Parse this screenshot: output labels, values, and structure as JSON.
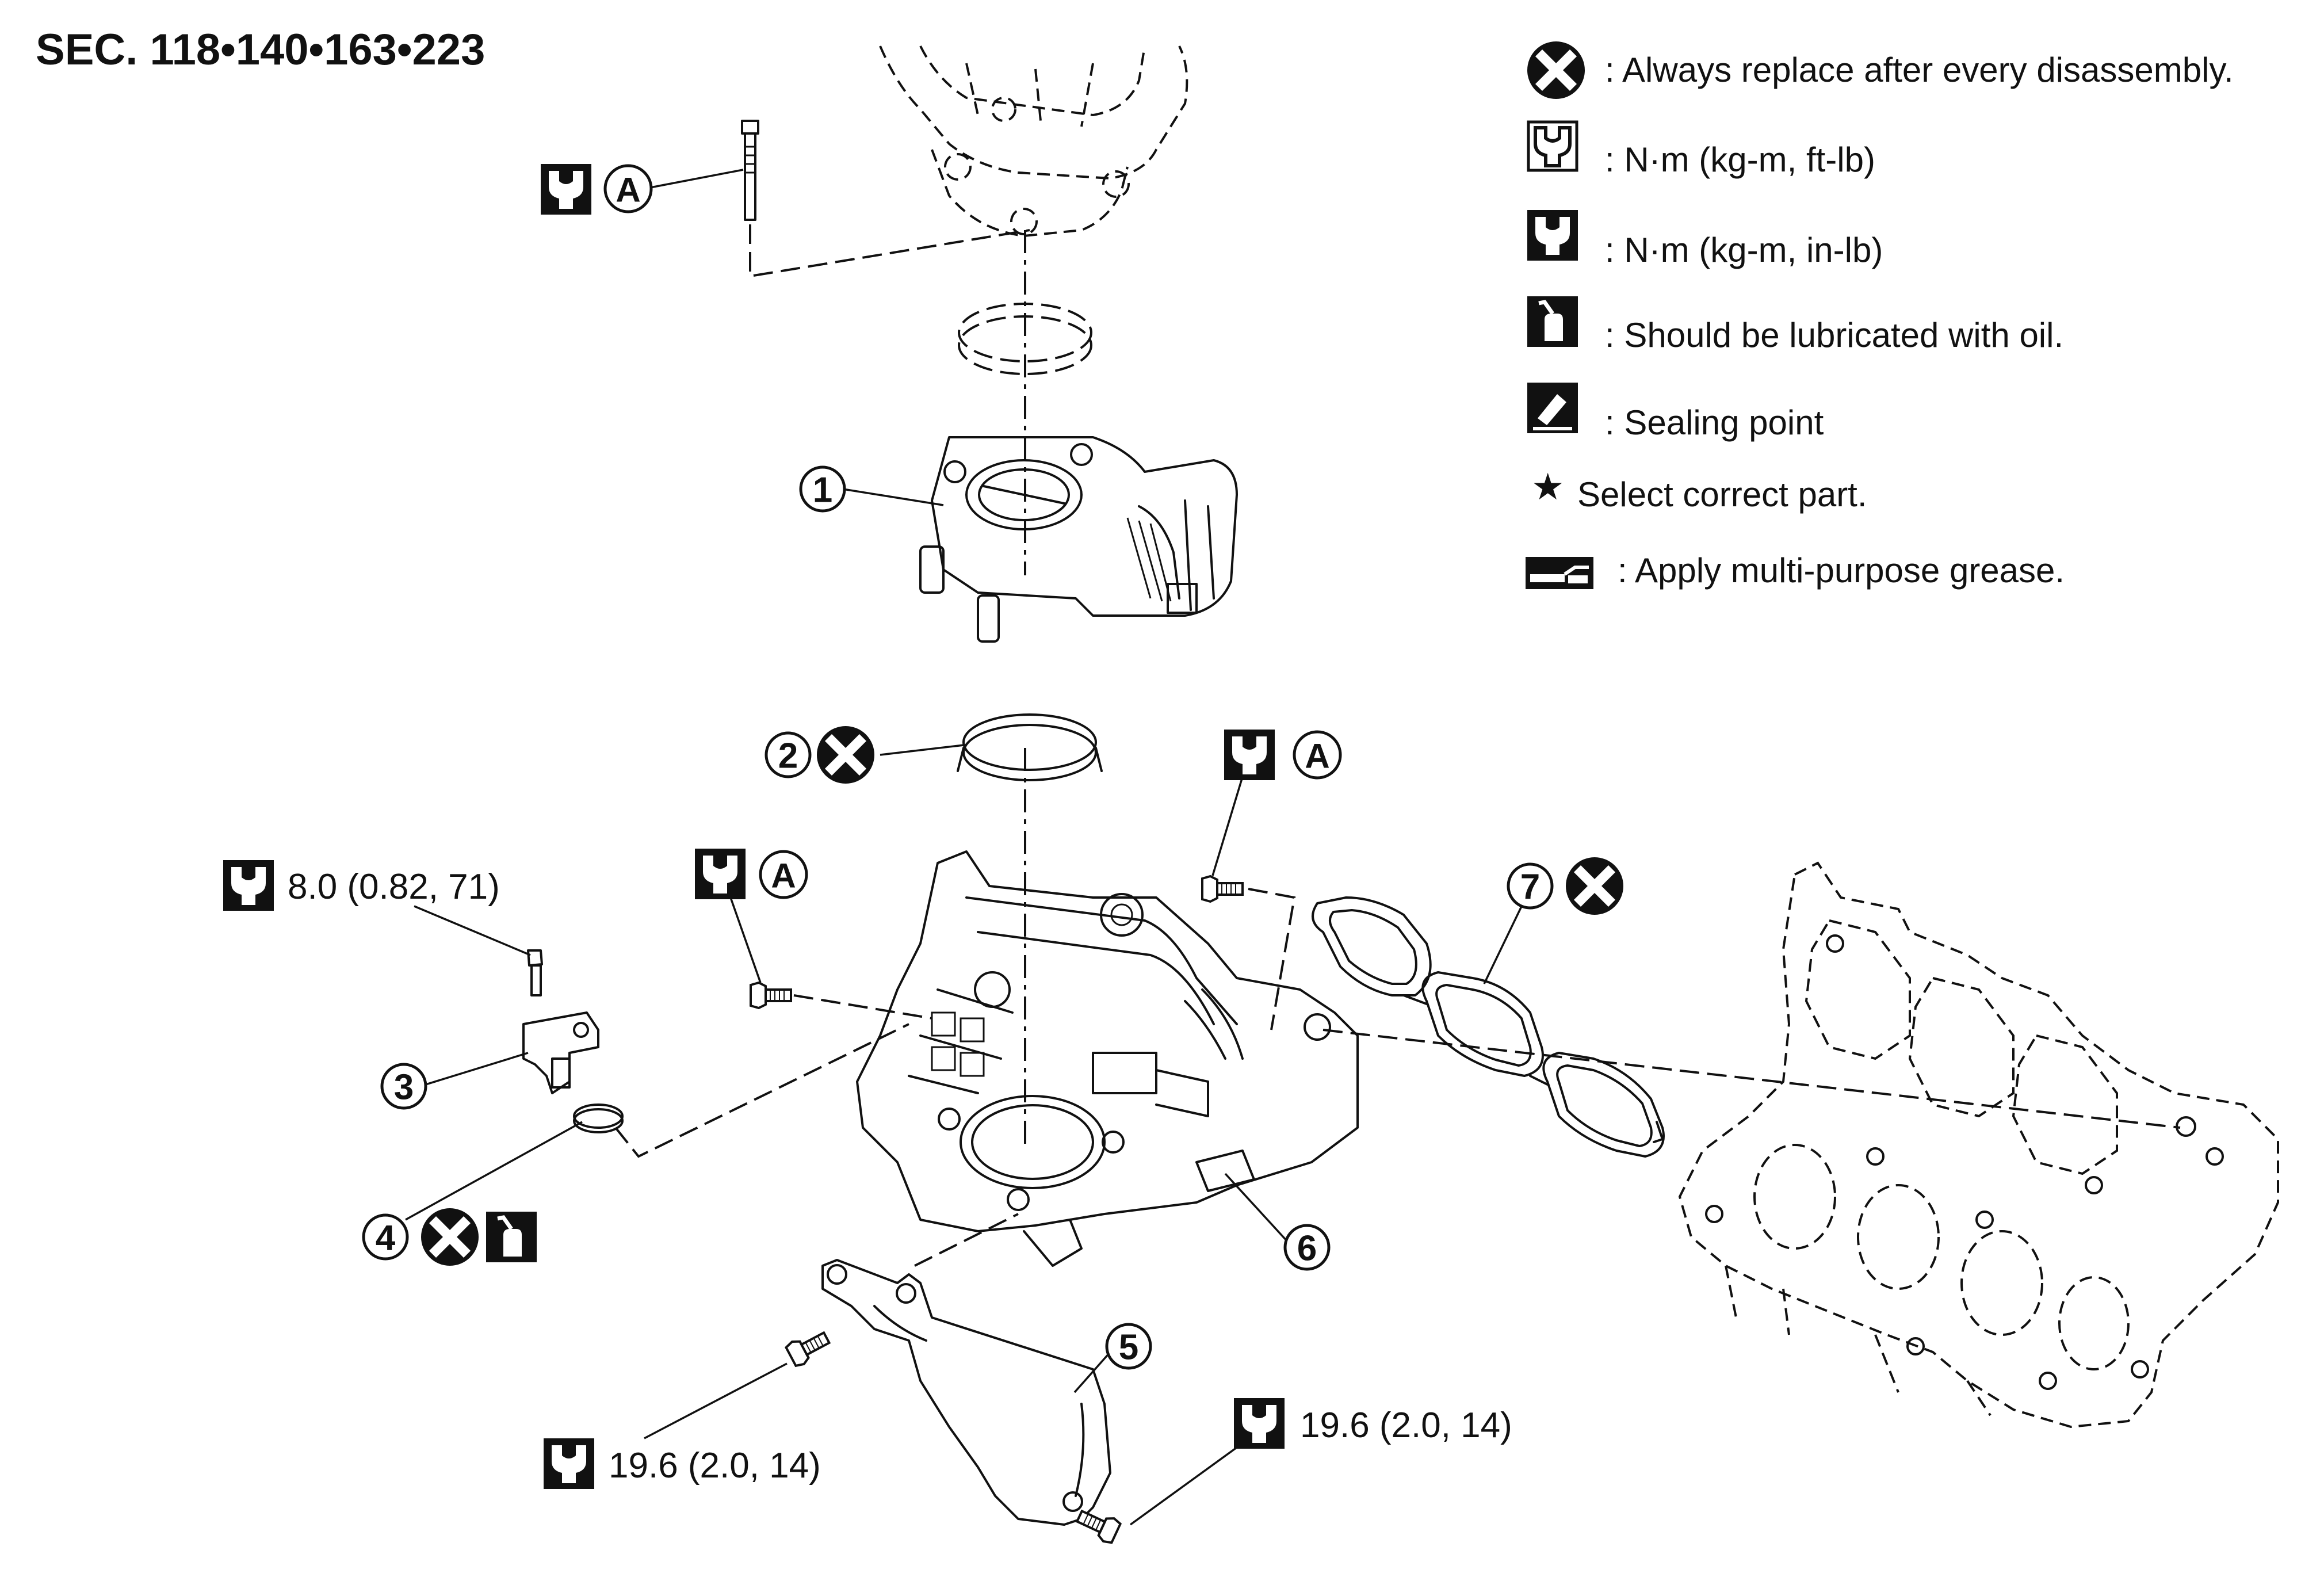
{
  "header": {
    "section": "SEC. 118•140•163•223"
  },
  "legend": [
    {
      "icon": "always-replace-icon",
      "text": ": Always replace after every disassembly."
    },
    {
      "icon": "torque-ft-lb-icon",
      "text": ": N·m (kg-m, ft-lb)"
    },
    {
      "icon": "torque-in-lb-icon",
      "text": ": N·m (kg-m, in-lb)"
    },
    {
      "icon": "oil-can-icon",
      "text": ": Should be lubricated with oil."
    },
    {
      "icon": "sealing-point-icon",
      "text": ": Sealing point"
    },
    {
      "icon": "star-icon",
      "star": "★",
      "text": "Select correct part."
    },
    {
      "icon": "grease-icon",
      "text": ": Apply multi-purpose grease."
    }
  ],
  "callouts": [
    "1",
    "2",
    "3",
    "4",
    "5",
    "6",
    "7"
  ],
  "torque_ref_letter": "A",
  "torques": {
    "sensor_bolt": "8.0 (0.82, 71)",
    "bracket_bolt_left": "19.6 (2.0, 14)",
    "bracket_bolt_right": "19.6 (2.0, 14)"
  },
  "colors": {
    "ink": "#111111",
    "paper": "#ffffff"
  }
}
